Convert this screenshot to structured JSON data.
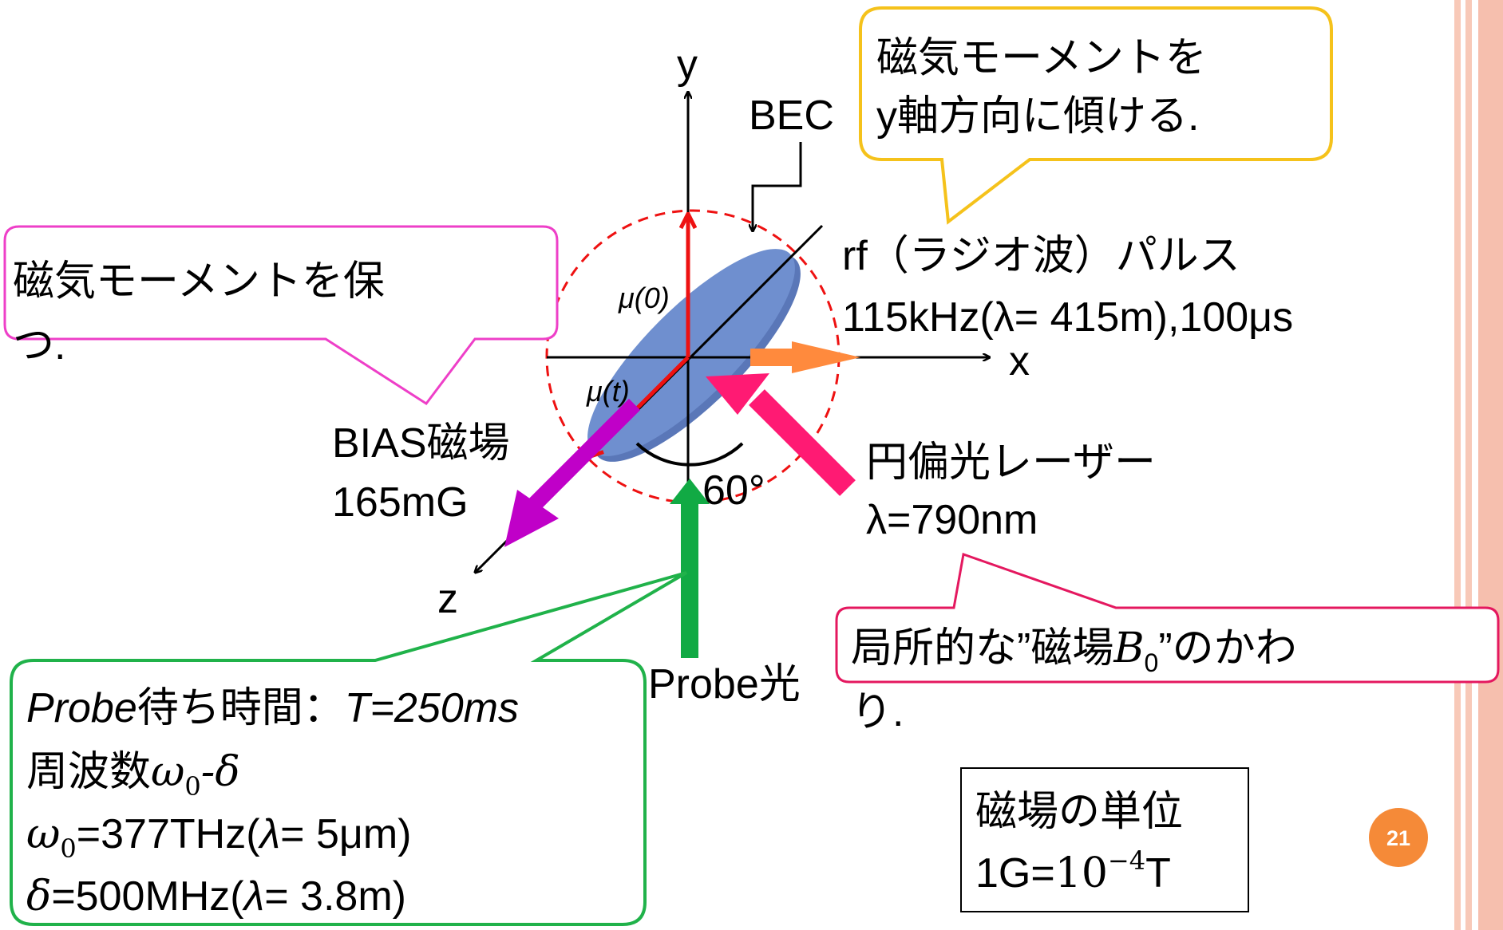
{
  "slide_number": "21",
  "axes": {
    "x": "x",
    "y": "y",
    "z": "z"
  },
  "labels": {
    "bec": "BEC",
    "mu0": "μ(0)",
    "mut": "μ(t)",
    "angle": "60°",
    "rf_line1": "rf（ラジオ波）パルス",
    "rf_line2": "115kHz(λ= 415m),100μs",
    "bias_line1": "BIAS磁場",
    "bias_line2": "165mG",
    "laser_line1": "円偏光レーザー",
    "laser_line2": "λ=790nm",
    "probe_light": "Probe光"
  },
  "callouts": {
    "yellow": {
      "line1": "磁気モーメントを",
      "line2": "y軸方向に傾ける."
    },
    "magenta": {
      "line1": "磁気モーメントを保",
      "line2": "つ."
    },
    "red": {
      "line1_pre": "局所的な”磁場",
      "sym": "B",
      "sub": "0",
      "line1_post": "”のかわ",
      "line2": "り."
    },
    "green": {
      "l1_a": "Probe",
      "l1_b": "待ち時間：",
      "l1_c": "T=250ms",
      "l2_a": "周波数",
      "l2_w": "ω",
      "l2_sub": "0",
      "l2_rest": "-δ",
      "l3_w": "ω",
      "l3_sub": "0",
      "l3_a": "=377THz(",
      "l3_lam": "λ",
      "l3_b": "= 5μm)",
      "l4_d": "δ",
      "l4_a": "=500MHz(",
      "l4_lam": "λ",
      "l4_b": "= 3.8m)"
    }
  },
  "units_box": {
    "line1": "磁場の単位",
    "line2_pre": "1G=",
    "line2_base": "10",
    "line2_exp": "−4",
    "line2_post": "T"
  },
  "colors": {
    "yellow_border": "#f5c21b",
    "magenta_border": "#ee3fc8",
    "red_border": "#e4185f",
    "green_border": "#20b24a",
    "disc_fill": "#6f8fcf",
    "mu_arrow": "#ee1111",
    "orange_arrow": "#ff8a3d",
    "laser_arrow": "#ff1a73",
    "bias_arrow": "#c000c8",
    "probe_arrow": "#11aa44",
    "page_badge": "#f58a38",
    "margin_stripe": "#f8c9b8"
  }
}
